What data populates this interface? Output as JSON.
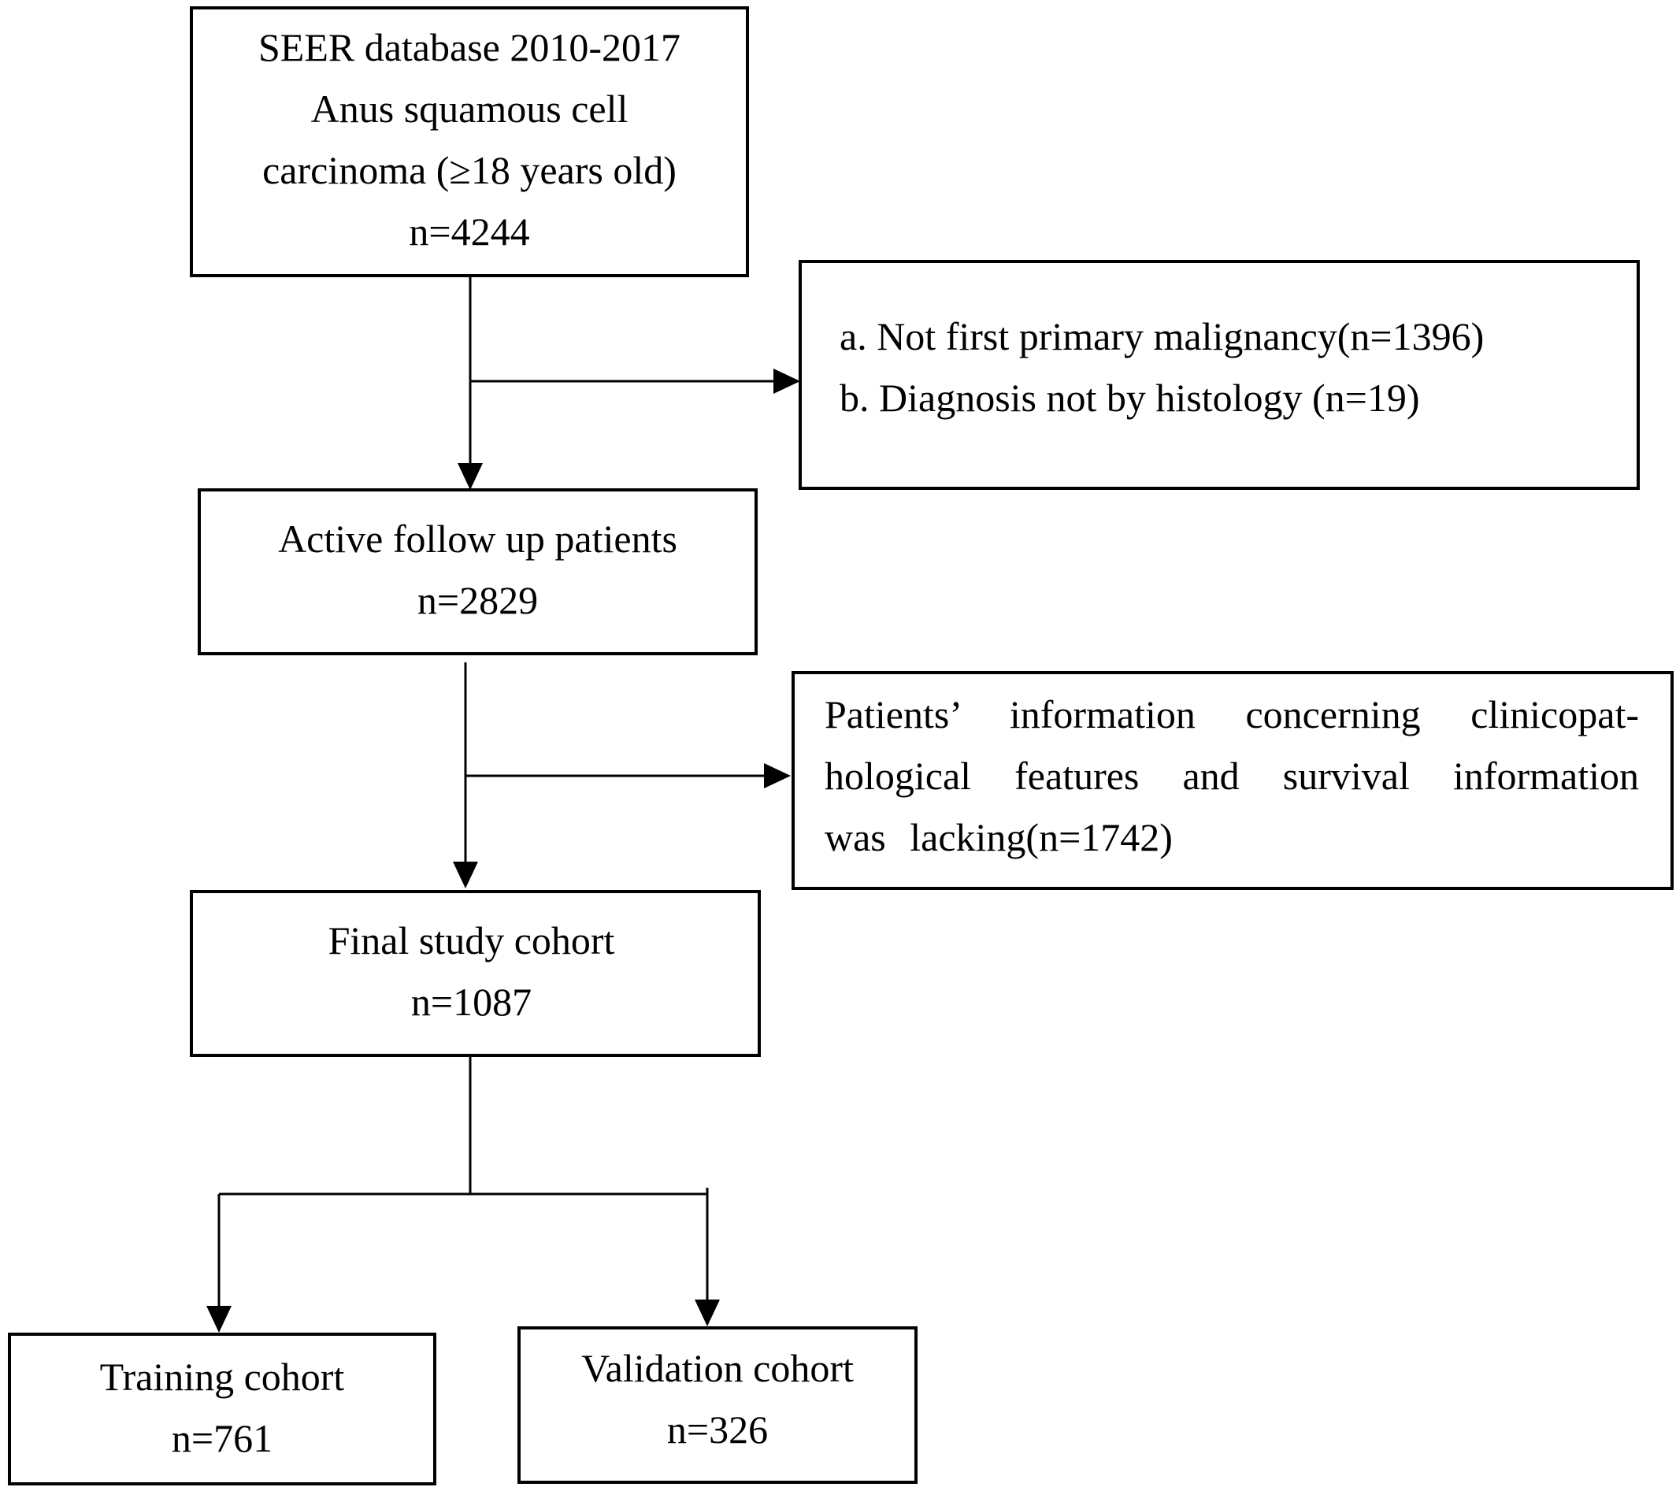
{
  "flowchart": {
    "source_box": {
      "lines": [
        "SEER database 2010-2017",
        "Anus squamous cell",
        "carcinoma (≥18 years old)",
        "n=4244"
      ]
    },
    "exclusion_1": {
      "lines": [
        "a. Not first primary malignancy(n=1396)",
        "b. Diagnosis not by histology (n=19)"
      ]
    },
    "active_box": {
      "lines": [
        "Active follow up patients",
        "n=2829"
      ]
    },
    "exclusion_2": {
      "lines": [
        "Patients’ information concerning clinicopat-",
        "hological features and survival information",
        "was lacking(n=1742)"
      ]
    },
    "final_box": {
      "lines": [
        "Final study cohort",
        "n=1087"
      ]
    },
    "training_box": {
      "lines": [
        "Training cohort",
        "n=761"
      ]
    },
    "validation_box": {
      "lines": [
        "Validation cohort",
        "n=326"
      ]
    }
  },
  "colors": {
    "stroke": "#000000",
    "background": "#ffffff"
  }
}
